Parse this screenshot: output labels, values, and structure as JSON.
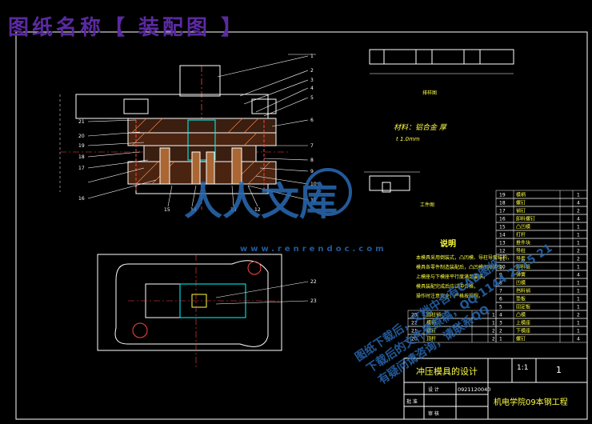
{
  "title_banner": "图纸名称【 装配图 】",
  "material": {
    "label": "材料：铝合金 厚",
    "thickness": "t 1.0mm"
  },
  "part_label": "排样图",
  "workpiece_label": "工件图",
  "notes": {
    "title": "说明",
    "lines": [
      "本模具采用倒装式，凸凹模、导柱导套结构，",
      "模具各零件制造装配后，凸凹模间隙均匀，",
      "上模座与下模座平行度满足要求，",
      "模具装配完成后应试冲合格，",
      "操作时注意安全，严格按规程。"
    ]
  },
  "callouts_right": [
    "1",
    "2",
    "3",
    "4",
    "5",
    "6",
    "7",
    "8",
    "9",
    "10",
    "11"
  ],
  "callouts_left": [
    "21",
    "20",
    "19",
    "18",
    "17",
    "16",
    "15",
    "14",
    "13",
    "12"
  ],
  "callouts_plan": [
    "22",
    "23"
  ],
  "bom": [
    {
      "no": "19",
      "name": "模柄",
      "qty": "1"
    },
    {
      "no": "18",
      "name": "螺钉",
      "qty": "4"
    },
    {
      "no": "17",
      "name": "销钉",
      "qty": "2"
    },
    {
      "no": "16",
      "name": "卸料螺钉",
      "qty": "4"
    },
    {
      "no": "15",
      "name": "凸凹模",
      "qty": "1"
    },
    {
      "no": "14",
      "name": "打杆",
      "qty": "1"
    },
    {
      "no": "13",
      "name": "推件块",
      "qty": "1"
    },
    {
      "no": "12",
      "name": "导柱",
      "qty": "2"
    },
    {
      "no": "11",
      "name": "导套",
      "qty": "2"
    },
    {
      "no": "10",
      "name": "卸料板",
      "qty": "1"
    },
    {
      "no": "9",
      "name": "弹簧",
      "qty": "4"
    },
    {
      "no": "8",
      "name": "凹模",
      "qty": "1"
    },
    {
      "no": "7",
      "name": "挡料销",
      "qty": "1"
    },
    {
      "no": "6",
      "name": "垫板",
      "qty": "1"
    },
    {
      "no": "5",
      "name": "固定板",
      "qty": "1"
    },
    {
      "no": "4",
      "name": "凸模",
      "qty": "2"
    },
    {
      "no": "3",
      "name": "上模座",
      "qty": "1"
    },
    {
      "no": "2",
      "name": "下模座",
      "qty": "1"
    },
    {
      "no": "1",
      "name": "螺钉",
      "qty": "4"
    }
  ],
  "bom_low": [
    {
      "no": "23",
      "name": "圆柱销",
      "qty": "1"
    },
    {
      "no": "22",
      "name": "模柄",
      "qty": "1"
    },
    {
      "no": "21",
      "name": "螺钉",
      "qty": "2"
    },
    {
      "no": "20",
      "name": "顶杆",
      "qty": "2"
    }
  ],
  "title_block": {
    "project": "冲压模具的设计",
    "scale": "1:1",
    "sheet": "1",
    "designer_label": "设 计",
    "student_id": "0921120040",
    "checker_label": "审 核",
    "approver_label": "批 准",
    "school": "机电学院09本钢工程"
  },
  "watermark": {
    "brand": "人人文库",
    "url": "www.renrendoc.com",
    "diagonal": [
      "图纸下载后，文档中含有CAD图纸",
      "下载后的文件是原稿，QQ 1144 2215 21",
      "有疑问请咨询，请联系QQ"
    ]
  }
}
